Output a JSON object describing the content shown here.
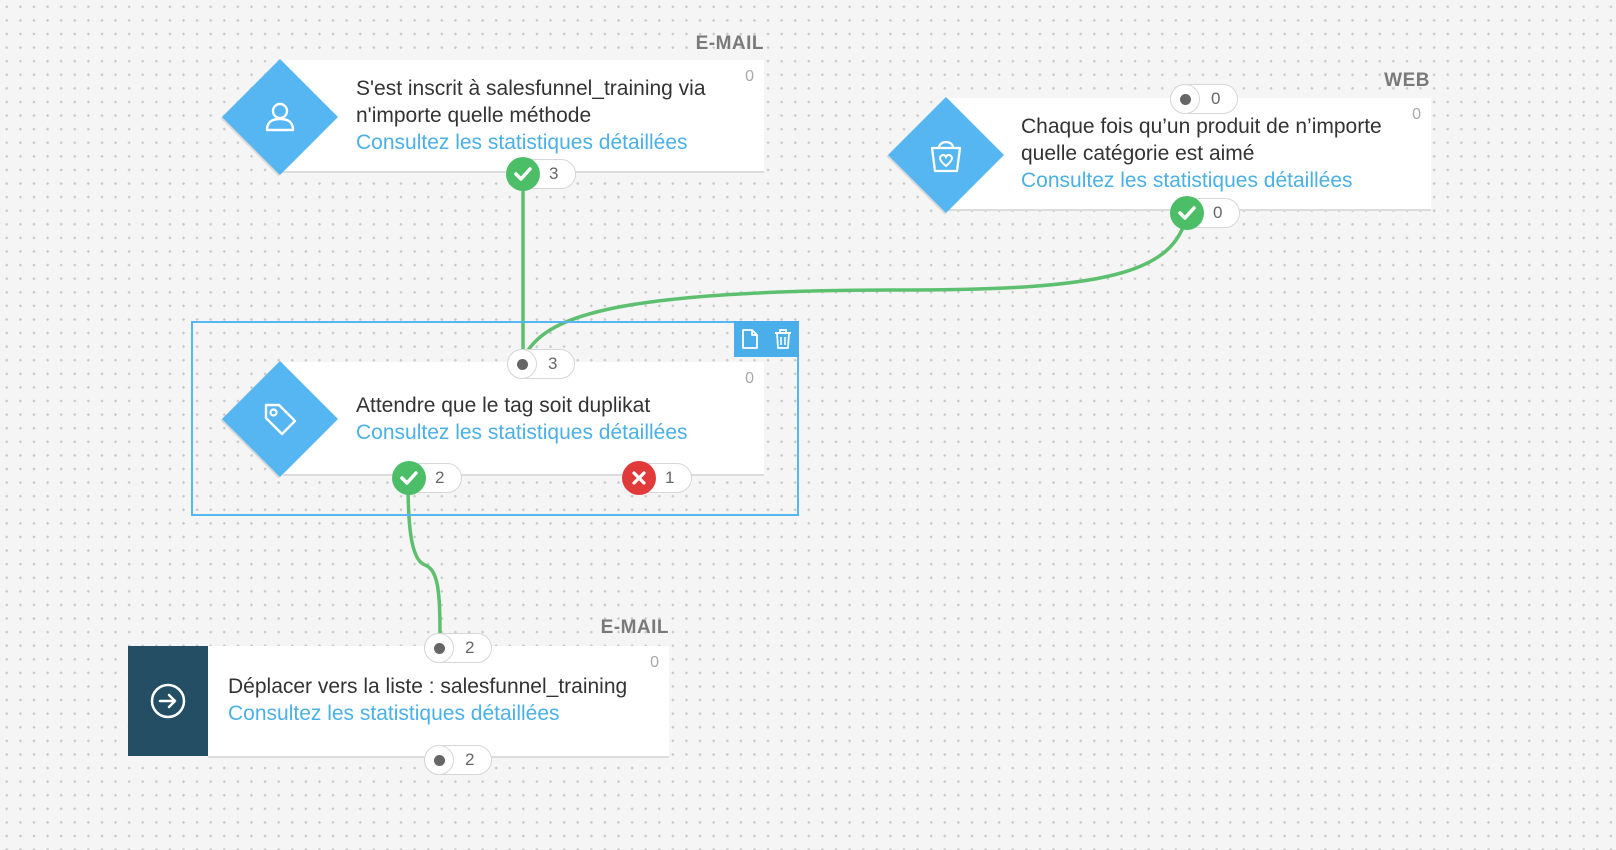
{
  "nodes": {
    "subscribed": {
      "channel": "E-MAIL",
      "count": "0",
      "title": "S'est inscrit à salesfunnel_training via n'importe quelle méthode",
      "link": "Consultez les statistiques détaillées",
      "icon": "user-icon",
      "out_count": "3"
    },
    "product_liked": {
      "channel": "WEB",
      "count": "0",
      "title": "Chaque fois qu’un produit de n’importe quelle catégorie est aimé",
      "link": "Consultez les statistiques détaillées",
      "icon": "shopping-bag-heart-icon",
      "in_count": "0",
      "out_count": "0"
    },
    "wait_tag": {
      "count": "0",
      "title": "Attendre que le tag soit duplikat",
      "link": "Consultez les statistiques détaillées",
      "icon": "tag-icon",
      "in_count": "3",
      "yes_count": "2",
      "no_count": "1"
    },
    "move_list": {
      "channel": "E-MAIL",
      "count": "0",
      "title": "Déplacer vers la liste : salesfunnel_training",
      "link": "Consultez les statistiques détaillées",
      "icon": "arrow-right-circle-icon",
      "in_count": "2",
      "out_count": "2"
    }
  },
  "toolbar": {
    "tools": [
      "copy-icon",
      "trash-icon"
    ]
  },
  "colors": {
    "accent_blue": "#55b6f1",
    "link_blue": "#4ab0e6",
    "success_green": "#4cbe68",
    "error_red": "#e03a3a",
    "action_dark": "#234e63",
    "connector_green": "#5cc06f"
  }
}
